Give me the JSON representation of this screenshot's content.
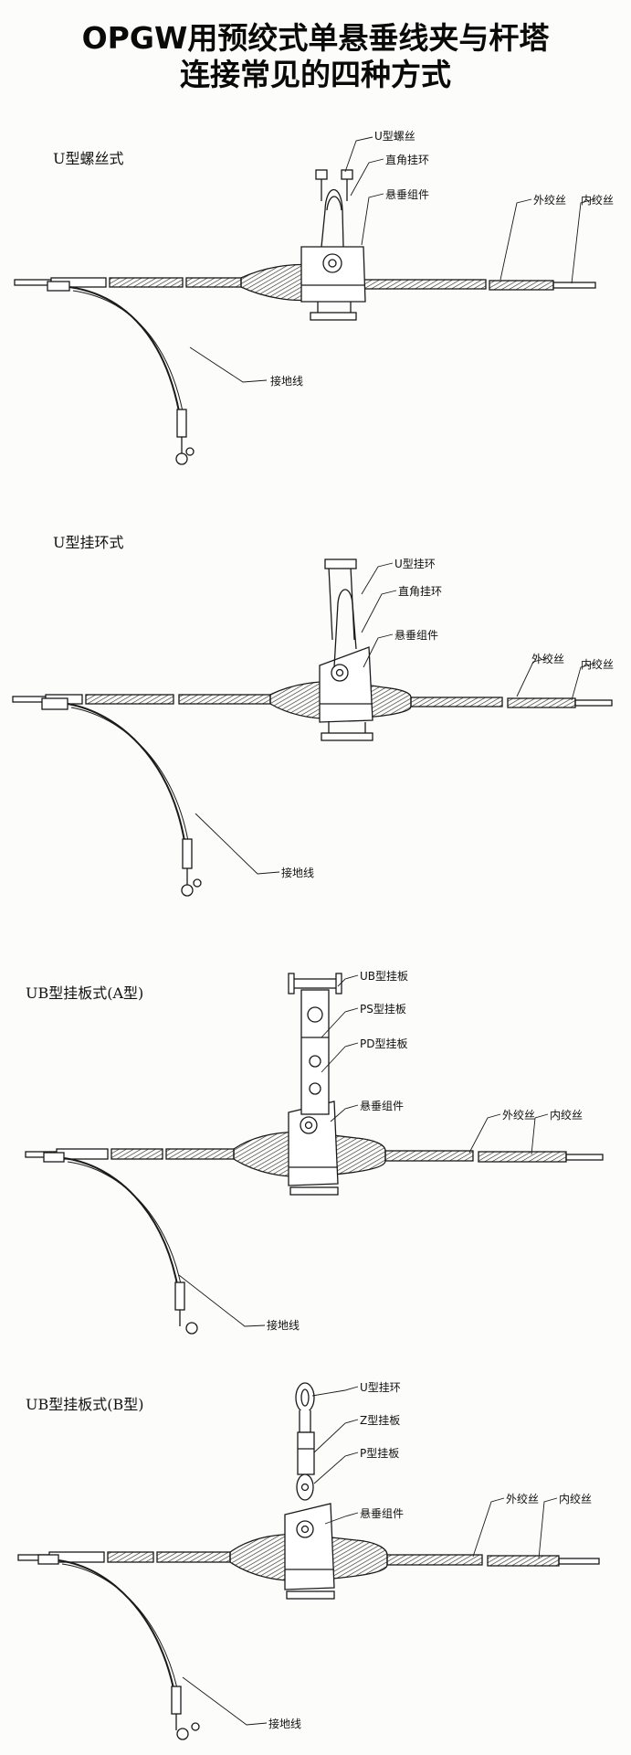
{
  "title": {
    "line1": "OPGW用预绞式单悬垂线夹与杆塔",
    "line2": "连接常见的四种方式"
  },
  "colors": {
    "ink": "#1a1a1a",
    "background": "#fcfcfa"
  },
  "panels": [
    {
      "heading": "U型螺丝式",
      "labels": {
        "top1": "U型螺丝",
        "top2": "直角挂环",
        "top3": "悬垂组件",
        "outer": "外绞丝",
        "inner": "内绞丝",
        "ground": "接地线"
      }
    },
    {
      "heading": "U型挂环式",
      "labels": {
        "top1": "U型挂环",
        "top2": "直角挂环",
        "top3": "悬垂组件",
        "outer": "外绞丝",
        "inner": "内绞丝",
        "ground": "接地线"
      }
    },
    {
      "heading": "UB型挂板式(A型)",
      "labels": {
        "top1": "UB型挂板",
        "top2": "PS型挂板",
        "top3": "PD型挂板",
        "top4": "悬垂组件",
        "outer": "外绞丝",
        "inner": "内绞丝",
        "ground": "接地线"
      }
    },
    {
      "heading": "UB型挂板式(B型)",
      "labels": {
        "top1": "U型挂环",
        "top2": "Z型挂板",
        "top3": "P型挂板",
        "top4": "悬垂组件",
        "outer": "外绞丝",
        "inner": "内绞丝",
        "ground": "接地线"
      }
    }
  ]
}
